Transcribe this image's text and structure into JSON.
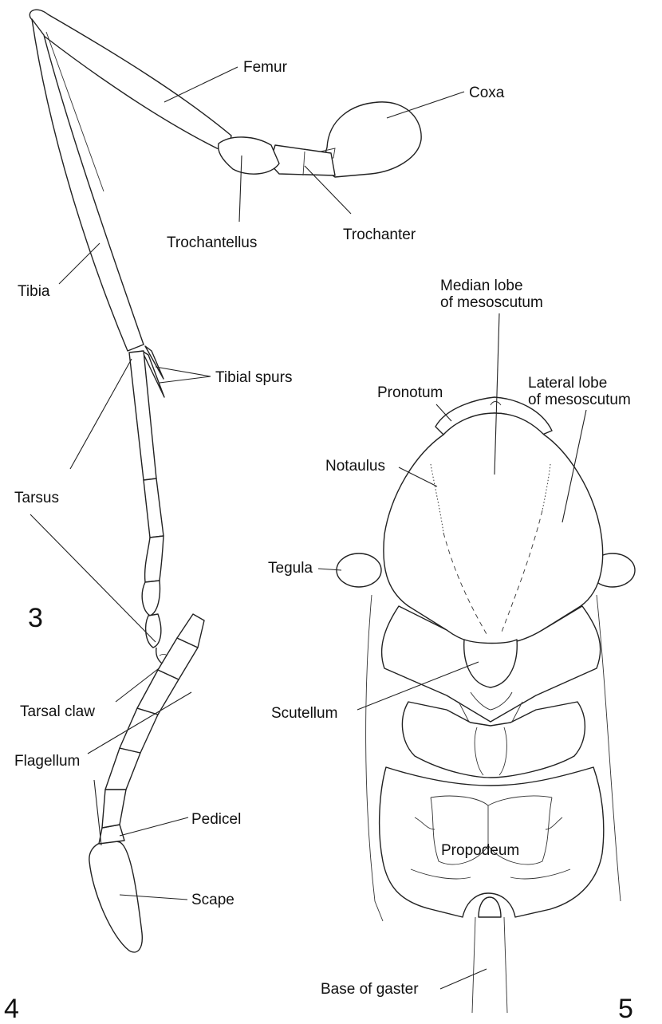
{
  "figure3": {
    "number": "3",
    "labels": {
      "femur": "Femur",
      "coxa": "Coxa",
      "trochantellus": "Trochantellus",
      "trochanter": "Trochanter",
      "tibia": "Tibia",
      "tibial_spurs": "Tibial spurs",
      "tarsus": "Tarsus",
      "tarsal_claw": "Tarsal claw"
    }
  },
  "figure4": {
    "number": "4",
    "labels": {
      "flagellum": "Flagellum",
      "pedicel": "Pedicel",
      "scape": "Scape"
    }
  },
  "figure5": {
    "number": "5",
    "labels": {
      "median_lobe_1": "Median lobe",
      "median_lobe_2": "of mesoscutum",
      "lateral_lobe_1": "Lateral lobe",
      "lateral_lobe_2": "of mesoscutum",
      "pronotum": "Pronotum",
      "notaulus": "Notaulus",
      "tegula": "Tegula",
      "scutellum": "Scutellum",
      "propodeum": "Propodeum",
      "base_of_gaster": "Base of gaster"
    }
  }
}
